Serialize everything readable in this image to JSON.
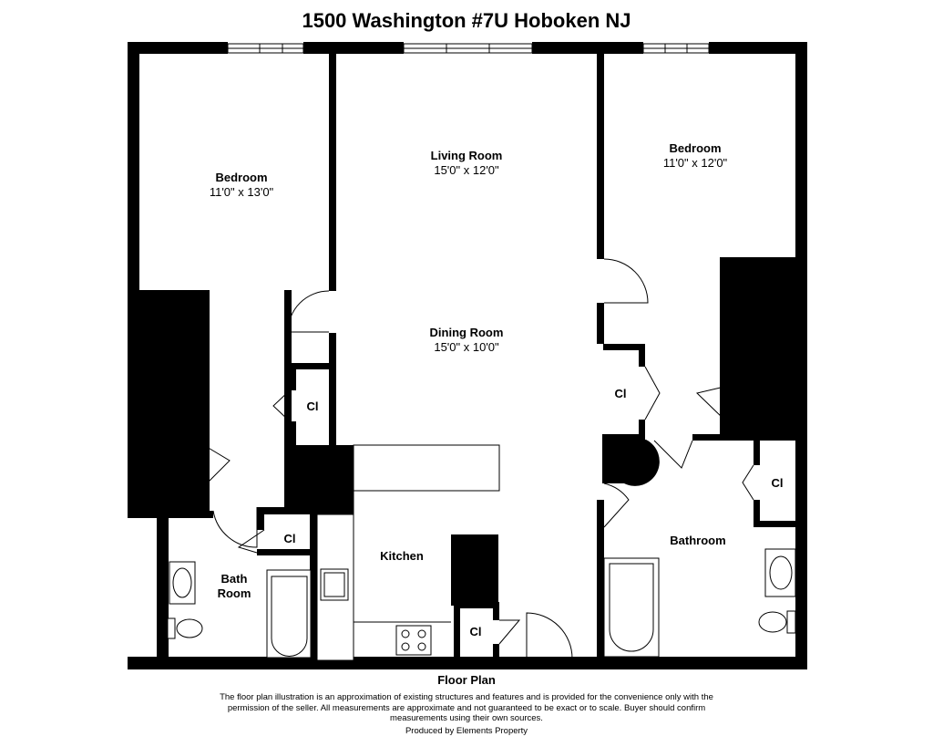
{
  "title": "1500 Washington #7U Hoboken NJ",
  "rooms": [
    {
      "name": "Bedroom",
      "dims": "11'0\" x 13'0\""
    },
    {
      "name": "Living Room",
      "dims": "15'0\" x 12'0\""
    },
    {
      "name": "Bedroom",
      "dims": "11'0\" x 12'0\""
    },
    {
      "name": "Dining Room",
      "dims": "15'0\" x 10'0\""
    }
  ],
  "labels": {
    "closet": "Cl",
    "kitchen": "Kitchen",
    "bath_line1": "Bath",
    "bath_line2": "Room",
    "bathroom": "Bathroom"
  },
  "footer": {
    "floor_plan": "Floor Plan",
    "disclaimer": "The floor plan illustration is an approximation of existing structures and features and is provided for the convenience only with the permission of the seller. All measurements are approximate and not guaranteed to be exact or to scale. Buyer should confirm measurements using their own sources.",
    "produced_by": "Produced by Elements Property"
  }
}
